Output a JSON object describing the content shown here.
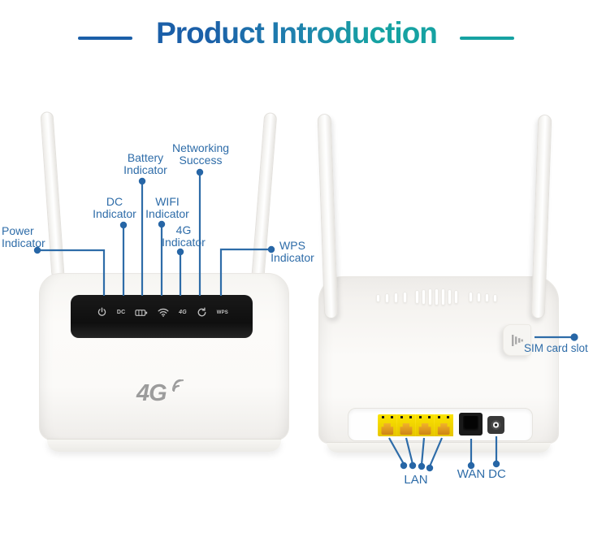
{
  "header": {
    "title": "Product Introduction"
  },
  "front_view": {
    "panel_icons": {
      "dc": "DC",
      "g4": "4G",
      "wps": "WPS"
    },
    "logo": "4G"
  },
  "callouts": {
    "power": [
      "Power",
      "Indicator"
    ],
    "dc": [
      "DC",
      "Indicator"
    ],
    "battery": [
      "Battery",
      "Indicator"
    ],
    "wifi": [
      "WIFI",
      "Indicator"
    ],
    "g4": [
      "4G",
      "Indicator"
    ],
    "networking": [
      "Networking",
      "Success"
    ],
    "wps": [
      "WPS",
      "Indicator"
    ],
    "sim": "SIM card slot",
    "lan": "LAN",
    "wan": "WAN",
    "dc_port": "DC"
  },
  "colors": {
    "title_blue": "#1b5fa8",
    "title_teal": "#16a2a2",
    "label_blue": "#2e6ca8",
    "lan_yellow": "#eccb00"
  }
}
